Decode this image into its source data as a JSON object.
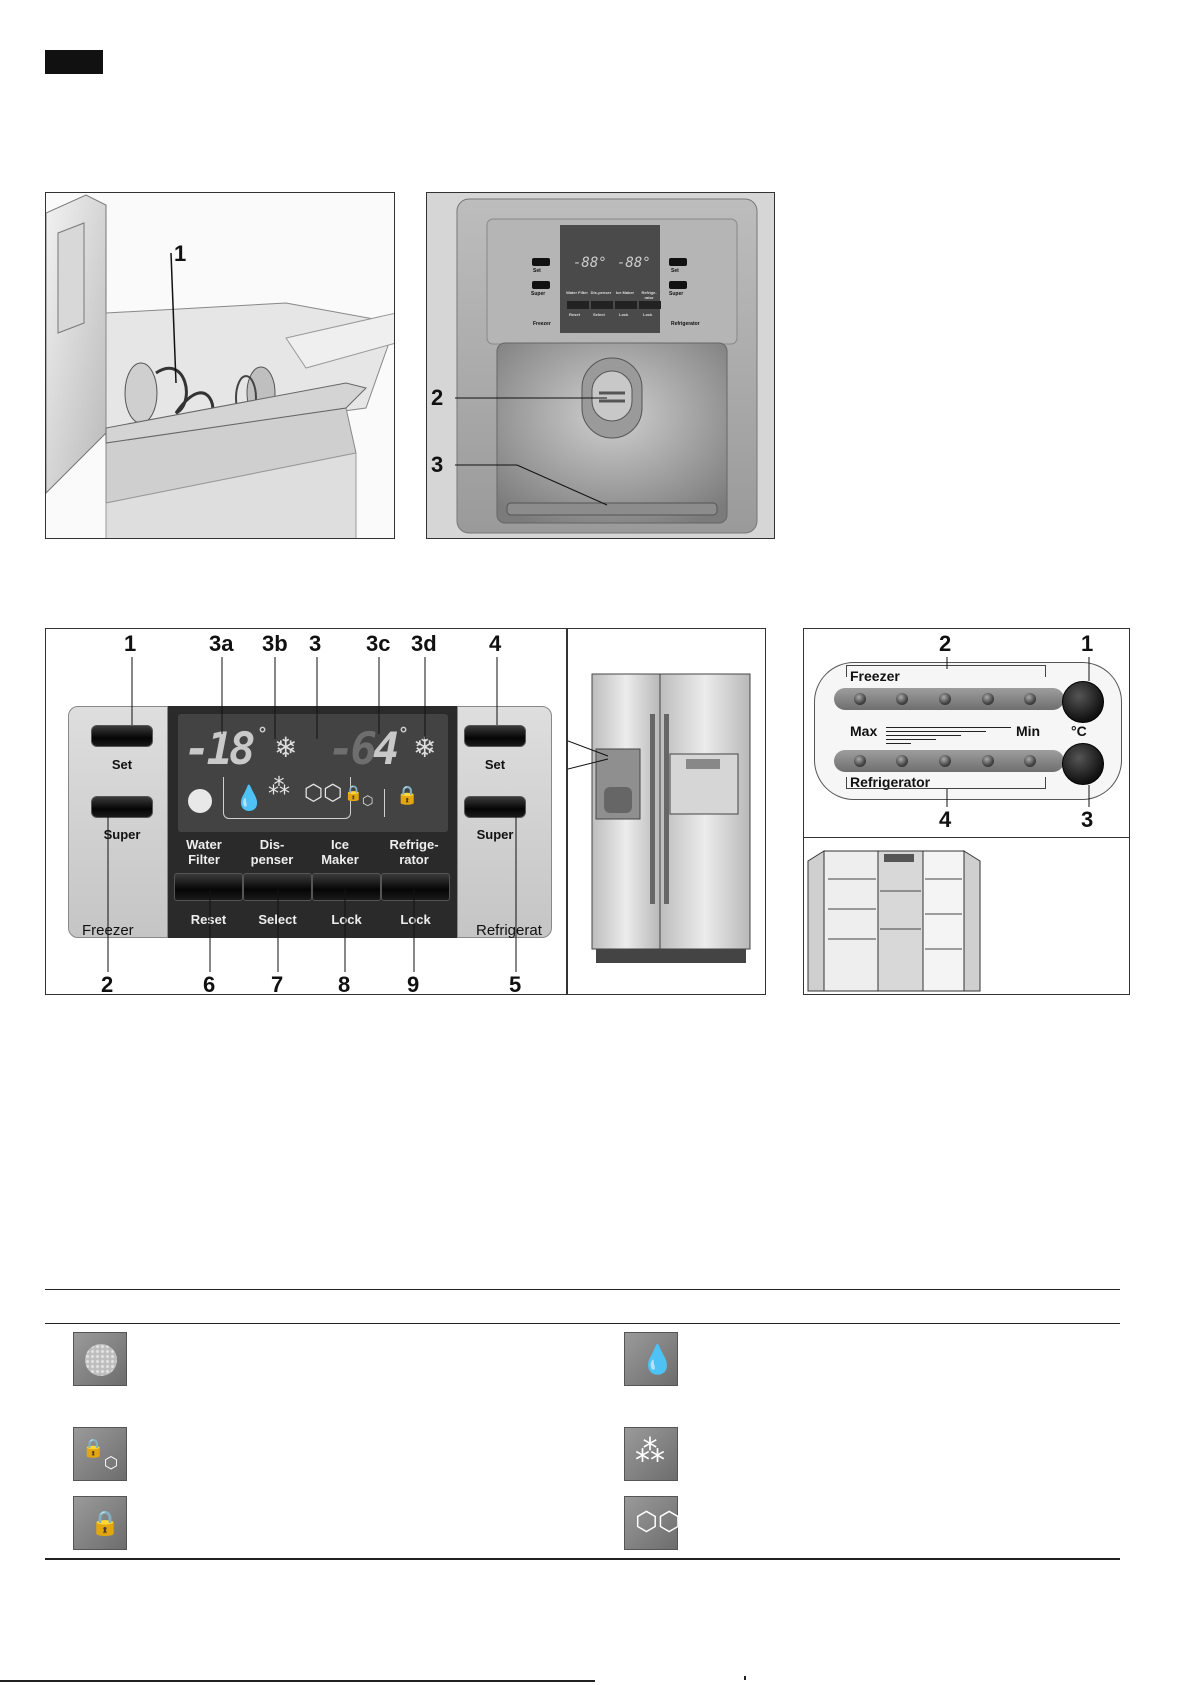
{
  "fig1": {
    "callouts": [
      "1"
    ]
  },
  "fig2": {
    "callouts": [
      "2",
      "3"
    ],
    "mini_panel": {
      "display_left": "-88°",
      "display_right": "-88°",
      "labels_top": [
        "Set",
        "Set"
      ],
      "labels_super": [
        "Super",
        "Super"
      ],
      "function_labels": [
        "Water Filter",
        "Dis-penser",
        "Ice Maker",
        "Refrige-rator"
      ],
      "button_labels": [
        "Reset",
        "Select",
        "Lock",
        "Lock"
      ],
      "side_left": "Freezer",
      "side_right": "Refrigerator"
    }
  },
  "fig3": {
    "top_callouts": [
      "1",
      "3a",
      "3b",
      "3",
      "3c",
      "3d",
      "4"
    ],
    "bottom_callouts": [
      "2",
      "6",
      "7",
      "8",
      "9",
      "5"
    ],
    "freezer_display": {
      "minus": "-",
      "digits": "18",
      "dim_digit": "",
      "degree": "°"
    },
    "refrigerator_display": {
      "minus": "-",
      "digit_dim": "6",
      "digit": "4",
      "degree": "°"
    },
    "left_set": "Set",
    "left_super": "Super",
    "right_set": "Set",
    "right_super": "Super",
    "left_side_label": "Freezer",
    "right_side_label": "Refrigerat",
    "function_labels": [
      {
        "line1": "Water",
        "line2": "Filter"
      },
      {
        "line1": "Dis-",
        "line2": "penser"
      },
      {
        "line1": "Ice",
        "line2": "Maker"
      },
      {
        "line1": "Refrige-",
        "line2": "rator"
      }
    ],
    "button_labels": [
      "Reset",
      "Select",
      "Lock",
      "Lock"
    ]
  },
  "fig4": {
    "callouts_top": [
      "2",
      "1"
    ],
    "callouts_bottom": [
      "4",
      "3"
    ],
    "freezer_label": "Freezer",
    "refrigerator_label": "Refrigerator",
    "max_label": "Max",
    "min_label": "Min",
    "unit_label": "°C"
  }
}
